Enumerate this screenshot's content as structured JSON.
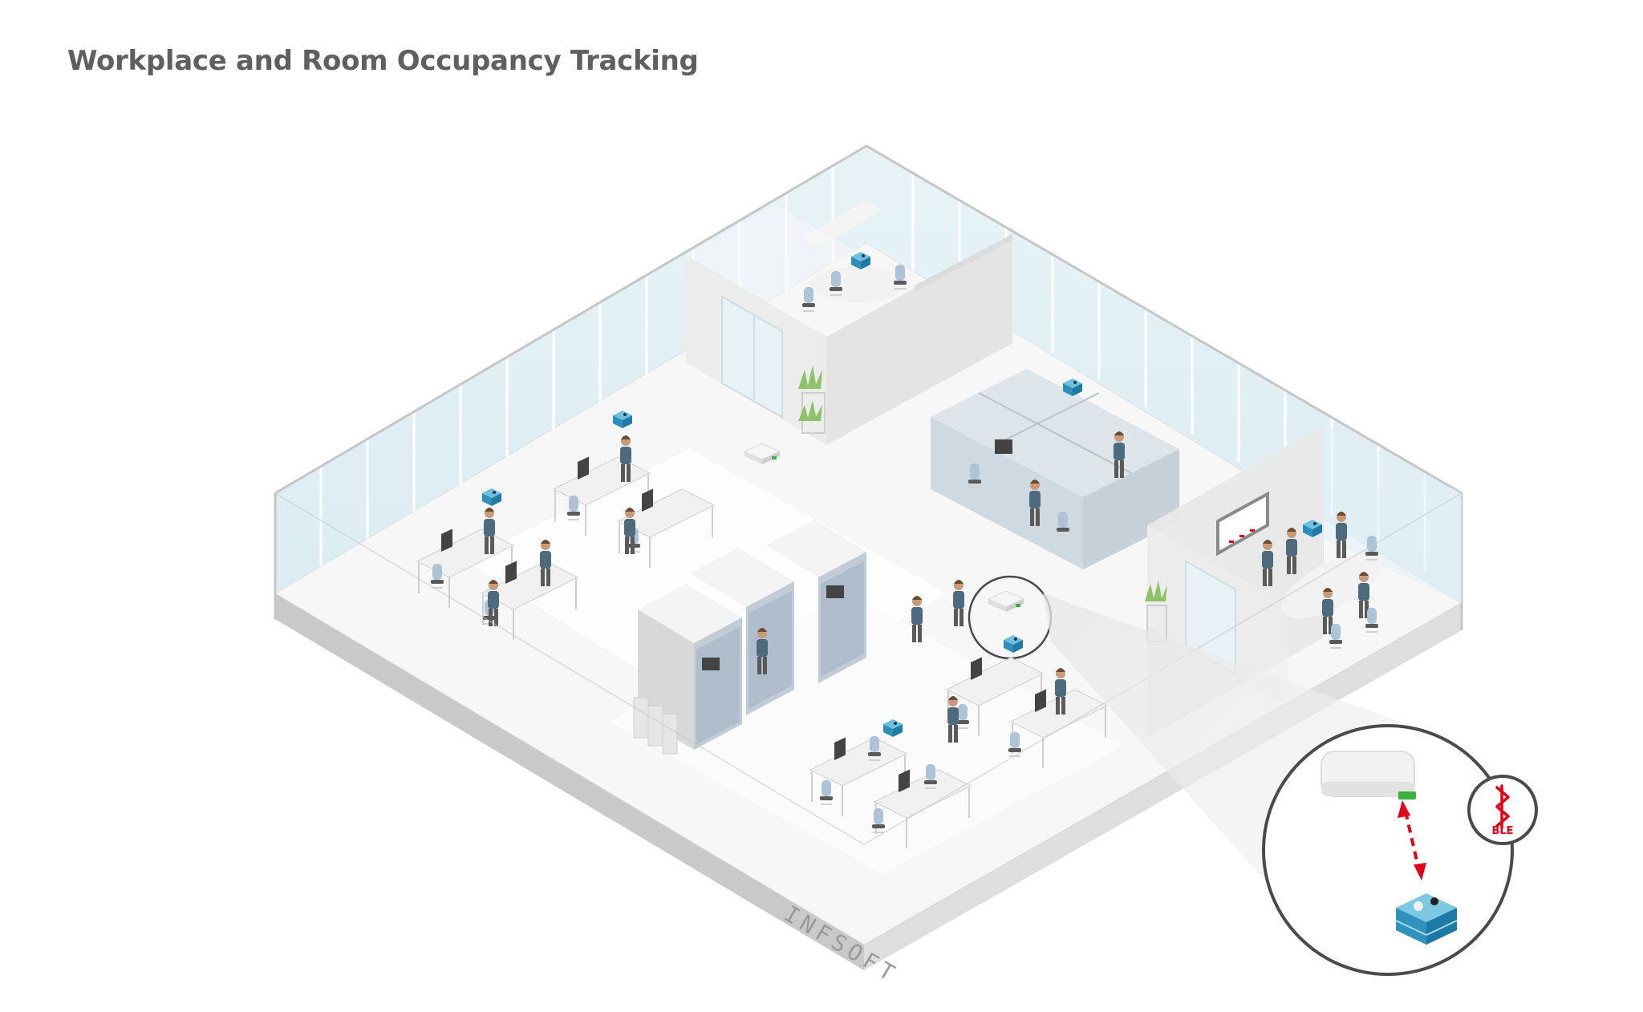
{
  "header": {
    "title": "Workplace and Room Occupancy Tracking"
  },
  "illustration": {
    "type": "isometric-office-floorplan",
    "brand_watermark": "INFSOFT",
    "colors": {
      "title_text": "#5f5f5f",
      "glass_wall": "#e3f0f5",
      "wall_edge": "#c8c8c8",
      "floor": "#f5f5f5",
      "slab_side": "#d4d4d4",
      "solid_wall": "#e6e6e6",
      "sensor_blue": "#3a9cc4",
      "gateway_white": "#eeeeee",
      "gateway_led": "#3cb043",
      "ble_red": "#e2001a",
      "callout_ring": "#4a4a4a"
    },
    "zones": [
      {
        "name": "meeting-room-top",
        "label": "Meeting room (top)",
        "sensor_count": 1
      },
      {
        "name": "open-desks-left",
        "label": "Open office desks (left)",
        "sensor_count": 2
      },
      {
        "name": "cubicles",
        "label": "Cubicle cluster",
        "sensor_count": 1
      },
      {
        "name": "phone-booths",
        "label": "Phone booths",
        "sensor_count": 0
      },
      {
        "name": "meeting-room-right",
        "label": "Meeting room (right)",
        "sensor_count": 1
      },
      {
        "name": "open-desks-bottom",
        "label": "Open office desks (bottom)",
        "sensor_count": 1
      }
    ],
    "devices": {
      "gateways": 2,
      "occupancy_sensors": 7
    }
  },
  "callout": {
    "gateway_icon": "gateway-icon",
    "sensor_icon": "occupancy-sensor-icon",
    "link_icon": "bidirectional-dashed-arrow-icon",
    "badge": {
      "icon": "bluetooth-icon",
      "glyph": "ᛒ",
      "label": "BLE"
    }
  }
}
